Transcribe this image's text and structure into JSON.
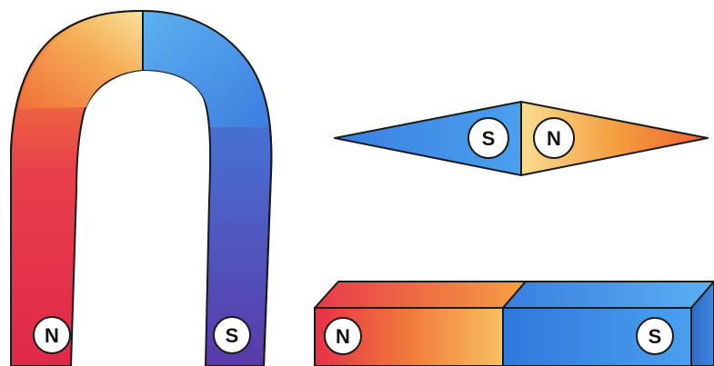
{
  "colors": {
    "north_red": "#e8304a",
    "north_orange": "#f5a030",
    "north_yellow": "#f7e080",
    "south_blue": "#3a7fe0",
    "south_light_blue": "#52a8f0",
    "south_purple": "#5a3aa8",
    "outline": "#1a1a1a",
    "badge_fill": "#ffffff"
  },
  "horseshoe_magnet": {
    "left_pole": "N",
    "right_pole": "S"
  },
  "compass_needle": {
    "left_pole": "S",
    "right_pole": "N"
  },
  "bar_magnet": {
    "left_pole": "N",
    "right_pole": "S"
  }
}
